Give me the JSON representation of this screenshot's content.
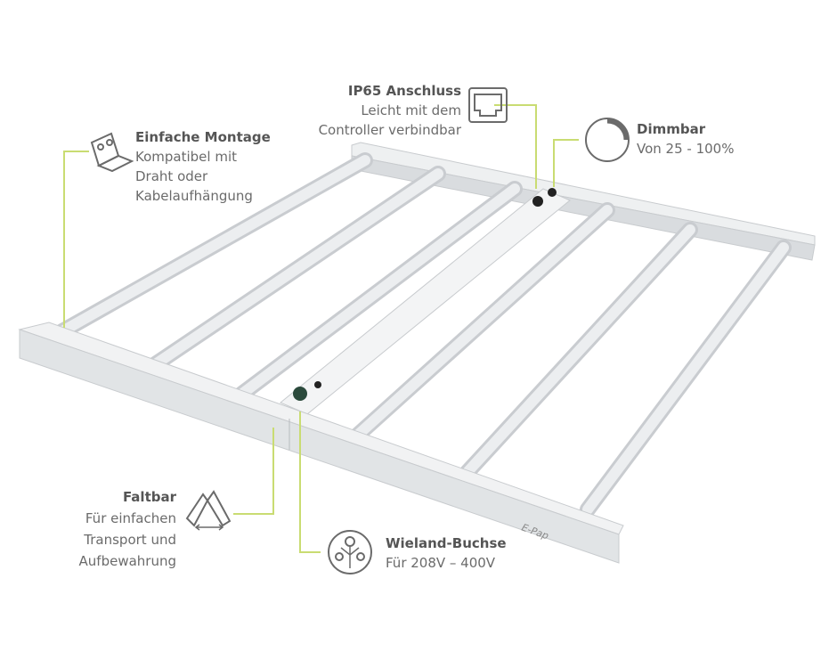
{
  "callouts": {
    "montage": {
      "title": "Einfache Montage",
      "lines": [
        "Kompatibel mit",
        "Draht oder",
        "Kabelaufhängung"
      ]
    },
    "ip65": {
      "title": "IP65 Anschluss",
      "lines": [
        "Leicht mit dem",
        "Controller verbindbar"
      ]
    },
    "dimmbar": {
      "title": "Dimmbar",
      "lines": [
        "Von 25 - 100%"
      ]
    },
    "faltbar": {
      "title": "Faltbar",
      "lines": [
        "Für einfachen",
        "Transport und",
        "Aufbewahrung"
      ]
    },
    "wieland": {
      "title": "Wieland-Buchse",
      "lines": [
        "Für 208V – 400V"
      ]
    }
  },
  "brand": "E-Pap",
  "colors": {
    "callout_line": "#c9dc72",
    "icon": "#6b6b6b",
    "fixture": "#e6e8ea"
  }
}
